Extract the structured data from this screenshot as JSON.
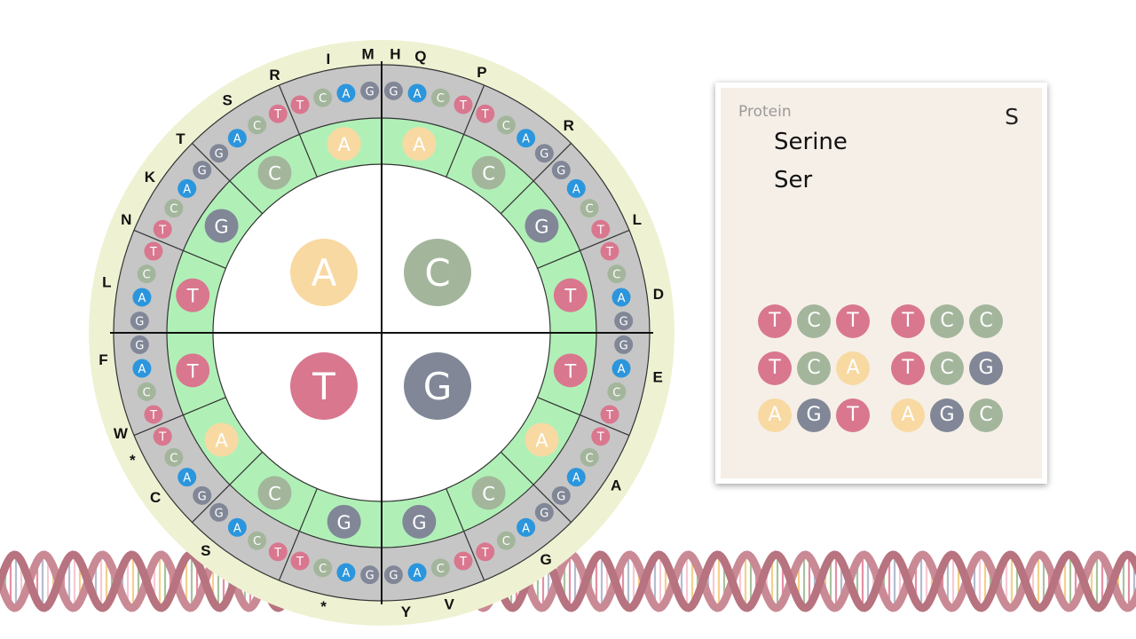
{
  "colors": {
    "A": "#f8d9a2",
    "C": "#a3b69c",
    "G": "#818797",
    "T": "#d9778f",
    "blueA": "#2b96dd",
    "outer_ring": "#eef2d2",
    "gray_ring": "#c6c6c6",
    "green_ring": "#b0f0b7",
    "card_bg": "#f6efe7",
    "helix_strand": "#c98a95"
  },
  "wheel": {
    "center_bases": [
      "A",
      "C",
      "T",
      "G"
    ],
    "quadrants": [
      {
        "first": "A",
        "middle": [
          "T",
          "G",
          "C",
          "A"
        ]
      },
      {
        "first": "C",
        "middle": [
          "A",
          "C",
          "G",
          "T"
        ]
      },
      {
        "first": "G",
        "middle": [
          "T",
          "A",
          "C",
          "G"
        ]
      },
      {
        "first": "T",
        "middle": [
          "G",
          "C",
          "A",
          "T"
        ]
      }
    ],
    "third_bases": [
      "G",
      "A",
      "C",
      "T",
      "T",
      "C",
      "A",
      "G",
      "G",
      "A",
      "C",
      "T",
      "T",
      "C",
      "A",
      "G",
      "G",
      "A",
      "C",
      "T",
      "T",
      "C",
      "A",
      "G",
      "G",
      "A",
      "C",
      "T",
      "T",
      "C",
      "A",
      "G",
      "G",
      "A",
      "C",
      "T",
      "T",
      "C",
      "A",
      "G",
      "G",
      "A",
      "C",
      "T",
      "T",
      "C",
      "A",
      "G",
      "G",
      "A",
      "C",
      "T",
      "T",
      "C",
      "A",
      "G",
      "G",
      "A",
      "C",
      "T",
      "T",
      "C",
      "A",
      "G"
    ],
    "amino_acids": [
      "M",
      "I",
      "R",
      "S",
      "T",
      "K",
      "N",
      "L",
      "F",
      "W",
      "*",
      "C",
      "S",
      "*",
      "Y",
      "V",
      "G",
      "A",
      "E",
      "D",
      "L",
      "R",
      "P",
      "Q",
      "H"
    ]
  },
  "protein_card": {
    "header": "Protein",
    "letter": "S",
    "name": "Serine",
    "abbr": "Ser",
    "codons": [
      [
        "T",
        "C",
        "T"
      ],
      [
        "T",
        "C",
        "C"
      ],
      [
        "T",
        "C",
        "A"
      ],
      [
        "T",
        "C",
        "G"
      ],
      [
        "A",
        "G",
        "T"
      ],
      [
        "A",
        "G",
        "C"
      ]
    ]
  }
}
